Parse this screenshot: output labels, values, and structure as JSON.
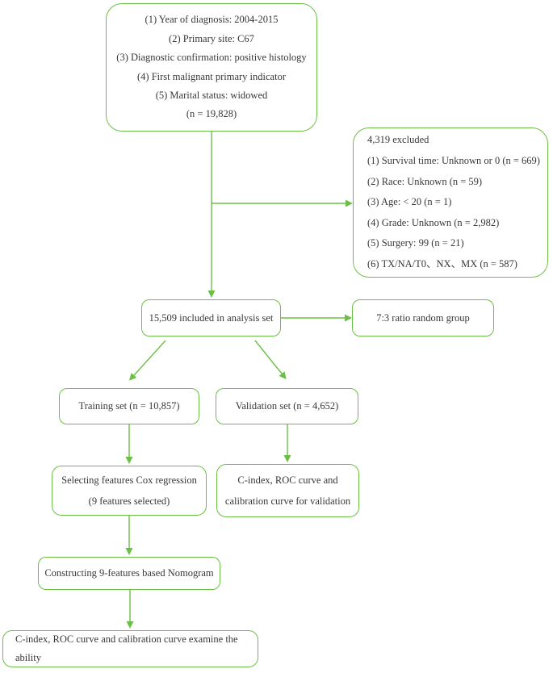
{
  "figure": {
    "type": "flowchart",
    "description": "Patient selection and analysis flow diagram"
  },
  "colors": {
    "box_border": "#6cbf46",
    "connector": "#6cbf46",
    "text": "#383838",
    "background": "#ffffff"
  },
  "nodes": {
    "criteria": {
      "lines": [
        "(1) Year of diagnosis: 2004-2015",
        "(2) Primary site: C67",
        "(3) Diagnostic confirmation: positive histology",
        "(4) First malignant primary indicator",
        "(5) Marital status: widowed",
        "(n = 19,828)"
      ]
    },
    "excluded": {
      "lines": [
        "4,319 excluded",
        "(1) Survival time: Unknown or 0 (n = 669)",
        "(2) Race: Unknown (n = 59)",
        "(3) Age: < 20 (n = 1)",
        "(4) Grade: Unknown (n = 2,982)",
        "(5) Surgery: 99 (n = 21)",
        "(6) TX/NA/T0、NX、MX (n = 587)"
      ]
    },
    "analysis_set": {
      "label": "15,509 included in analysis set"
    },
    "random_group": {
      "label": "7:3 ratio random group"
    },
    "training_set": {
      "label": "Training set (n = 10,857)"
    },
    "validation_set": {
      "label": "Validation set (n = 4,652)"
    },
    "cox_regression": {
      "lines": [
        "Selecting features Cox regression",
        "(9 features selected)"
      ]
    },
    "validation_metrics": {
      "lines": [
        "C-index, ROC curve and",
        "calibration curve for validation"
      ]
    },
    "nomogram": {
      "label": "Constructing 9-features based Nomogram"
    },
    "final_metrics": {
      "label": "C-index, ROC curve and calibration curve examine the ability"
    }
  }
}
